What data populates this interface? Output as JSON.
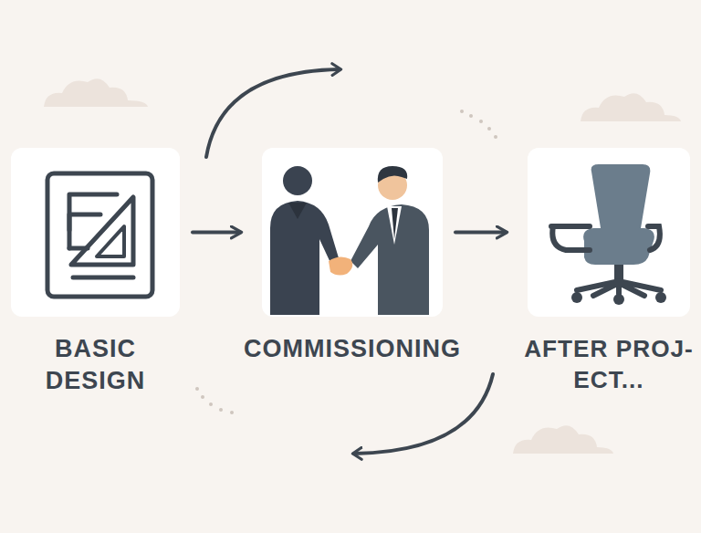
{
  "diagram": {
    "nodes": [
      {
        "text": [
          "BASIC DESIGN"
        ]
      },
      {
        "text": [
          "COMMISSIONING"
        ]
      },
      {
        "text": [
          "AFTER PROJ- ECT..."
        ]
      }
    ],
    "edges": [
      {
        "from": 0,
        "to": 1,
        "arrow": "to"
      },
      {
        "from": 1,
        "to": 2,
        "arrow": "to"
      }
    ]
  }
}
